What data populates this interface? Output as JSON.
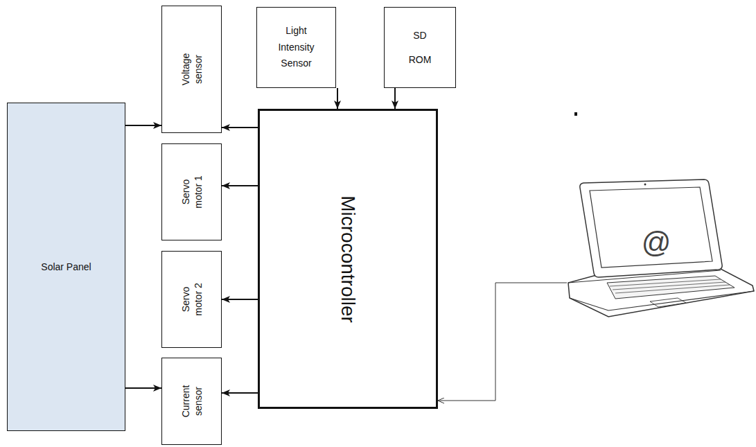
{
  "diagram": {
    "nodes": [
      {
        "text": [
          "Solar Panel"
        ]
      },
      {
        "text": [
          "Voltage sensor"
        ]
      },
      {
        "text": [
          "Servo motor 1"
        ]
      },
      {
        "text": [
          "Servo motor 2"
        ]
      },
      {
        "text": [
          "Current sensor"
        ]
      },
      {
        "text": [
          "Light Intensity Sensor"
        ]
      },
      {
        "text": [
          "SD ROM"
        ]
      },
      {
        "text": [
          "Microcontroller"
        ]
      },
      {
        "text": [
          "@"
        ]
      }
    ],
    "edges": [
      {
        "from": 0,
        "to": 1,
        "arrow": "to"
      },
      {
        "from": 0,
        "to": 4,
        "arrow": "to"
      },
      {
        "from": 7,
        "to": 1,
        "arrow": "to"
      },
      {
        "from": 7,
        "to": 2,
        "arrow": "to"
      },
      {
        "from": 7,
        "to": 3,
        "arrow": "to"
      },
      {
        "from": 7,
        "to": 4,
        "arrow": "to"
      },
      {
        "from": 5,
        "to": 7,
        "arrow": "to"
      },
      {
        "from": 6,
        "to": 7,
        "arrow": "to"
      },
      {
        "from": 8,
        "to": 7,
        "arrow": "to"
      }
    ]
  }
}
